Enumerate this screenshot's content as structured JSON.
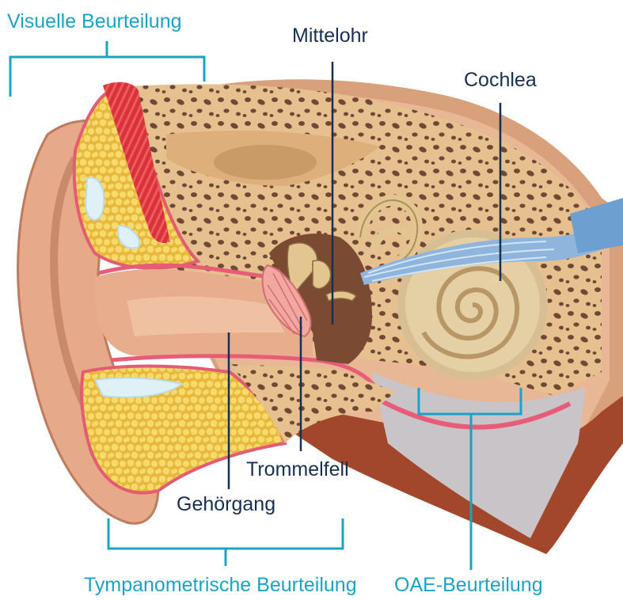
{
  "labels": {
    "visual": "Visuelle Beurteilung",
    "middle_ear": "Mittelohr",
    "cochlea": "Cochlea",
    "eardrum": "Trommelfell",
    "ear_canal": "Gehörgang",
    "tympanometric": "Tympanometrische Beurteilung",
    "oae": "OAE-Beurteilung"
  },
  "colors": {
    "assessment_label": "#1aa3c4",
    "structure_label": "#17304f",
    "bracket": "#1aa3c4",
    "leader_line": "#17304f"
  }
}
